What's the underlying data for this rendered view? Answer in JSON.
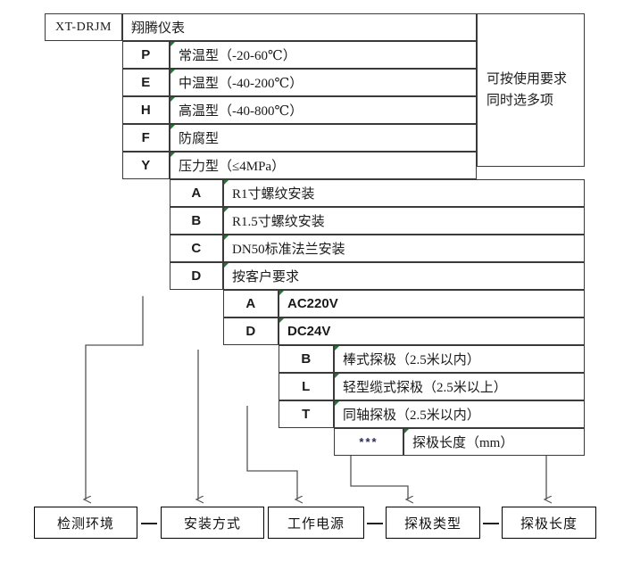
{
  "meta": {
    "title": "XT-DRJM 型号编制说明",
    "line_color": "#555555",
    "border_color": "#3a3a3a",
    "marker_color": "#1f7a34"
  },
  "table": {
    "model_code": "XT-DRJM",
    "brand": "翔腾仪表",
    "side_note": {
      "line1": "可按使用要求",
      "line2": "同时选多项"
    },
    "groups": [
      {
        "name": "detection-environment",
        "rows": [
          {
            "code": "P",
            "desc": "常温型（-20-60℃）"
          },
          {
            "code": "E",
            "desc": "中温型（-40-200℃）"
          },
          {
            "code": "H",
            "desc": "高温型（-40-800℃）"
          },
          {
            "code": "F",
            "desc": "防腐型"
          },
          {
            "code": "Y",
            "desc": "压力型（≤4MPa）"
          }
        ]
      },
      {
        "name": "mounting-method",
        "rows": [
          {
            "code": "A",
            "desc": "R1寸螺纹安装"
          },
          {
            "code": "B",
            "desc": "R1.5寸螺纹安装"
          },
          {
            "code": "C",
            "desc": "DN50标准法兰安装"
          },
          {
            "code": "D",
            "desc": "按客户要求"
          }
        ]
      },
      {
        "name": "power-supply",
        "rows": [
          {
            "code": "A",
            "desc": "AC220V"
          },
          {
            "code": "D",
            "desc": "DC24V"
          }
        ]
      },
      {
        "name": "probe-type",
        "rows": [
          {
            "code": "B",
            "desc": "棒式探极（2.5米以内）"
          },
          {
            "code": "L",
            "desc": "轻型缆式探极（2.5米以上）"
          },
          {
            "code": "T",
            "desc": "同轴探极（2.5米以内）"
          }
        ]
      },
      {
        "name": "probe-length",
        "rows": [
          {
            "code": "***",
            "desc": "探极长度（mm）"
          }
        ]
      }
    ]
  },
  "legend": {
    "separator": "—",
    "boxes": [
      {
        "name": "detection-environment",
        "label": "检测环境"
      },
      {
        "name": "mounting-method",
        "label": "安装方式"
      },
      {
        "name": "power-supply",
        "label": "工作电源"
      },
      {
        "name": "probe-type",
        "label": "探极类型"
      },
      {
        "name": "probe-length",
        "label": "探极长度"
      }
    ]
  }
}
